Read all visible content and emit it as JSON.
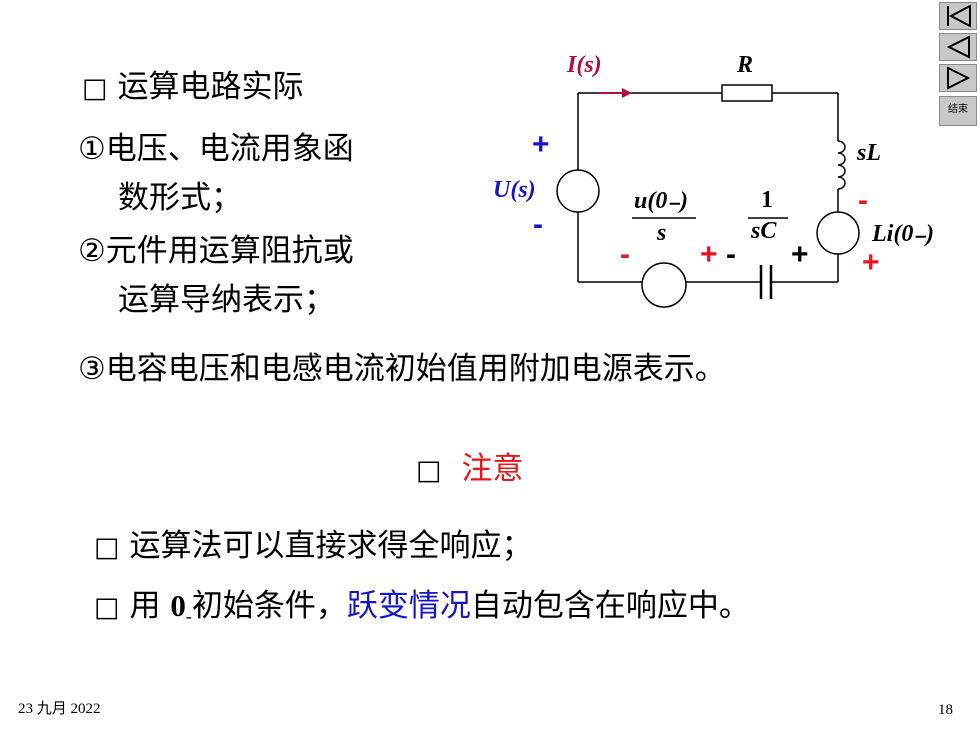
{
  "nav": {
    "end_label": "结束",
    "icons": [
      "first-slide-icon",
      "previous-slide-icon",
      "next-slide-icon"
    ]
  },
  "heading": {
    "bullet": "□",
    "text": "运算电路实际"
  },
  "points": [
    {
      "marker": "①",
      "line1": "电压、电流用象函",
      "line2": "数形式；"
    },
    {
      "marker": "②",
      "line1": "元件用运算阻抗或",
      "line2": "运算导纳表示；"
    },
    {
      "marker": "③",
      "line1": "电容电压和电感电流初始值用附加电源表示。"
    }
  ],
  "circuit": {
    "current_label": "I(s)",
    "resistor_label": "R",
    "inductor_label": "sL",
    "source_label": "U(s)",
    "cap_src_num": "u(0₋)",
    "cap_src_den": "s",
    "cap_num": "1",
    "cap_den": "sC",
    "ind_src_label": "Li(0₋)",
    "plus": "+",
    "minus": "-",
    "colors": {
      "current": "#b0103a",
      "source": "#1414c8",
      "polarity": "#e8151b"
    }
  },
  "note": {
    "bullet": "□",
    "title": "注意"
  },
  "remarks": [
    {
      "bullet": "□",
      "text": "运算法可以直接求得全响应；"
    },
    {
      "bullet": "□",
      "pre": "用 ",
      "zero": "0",
      "sub": "-",
      "mid": "初始条件，",
      "highlight": "跃变情况",
      "post": "自动包含在响应中。"
    }
  ],
  "footer": {
    "date": "23 九月 2022",
    "page": "18"
  }
}
